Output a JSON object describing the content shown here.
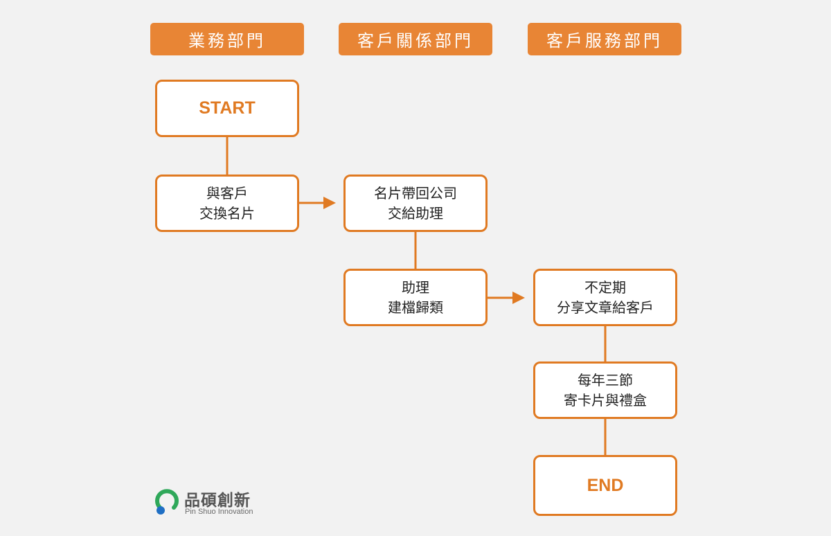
{
  "colors": {
    "background": "#f2f2f2",
    "header_fill": "#e88535",
    "node_border": "#e07a22",
    "connector": "#e07a22",
    "terminal_text": "#e07a22",
    "logo_green": "#2fa85a",
    "logo_blue": "#1f6fc4"
  },
  "lanes": {
    "sales": "業務部門",
    "client_relations": "客戶關係部門",
    "client_service": "客戶服務部門"
  },
  "nodes": {
    "start": "START",
    "exchange_cards": {
      "line1": "與客戶",
      "line2": "交換名片"
    },
    "hand_to_assistant": {
      "line1": "名片帶回公司",
      "line2": "交給助理"
    },
    "assistant_filing": {
      "line1": "助理",
      "line2": "建檔歸類"
    },
    "share_articles": {
      "line1": "不定期",
      "line2": "分享文章給客戶"
    },
    "holiday_gifts": {
      "line1": "每年三節",
      "line2": "寄卡片與禮盒"
    },
    "end": "END"
  },
  "logo": {
    "icon": "pinshuo-logo-icon",
    "title": "品碩創新",
    "subtitle": "Pin Shuo Innovation"
  }
}
